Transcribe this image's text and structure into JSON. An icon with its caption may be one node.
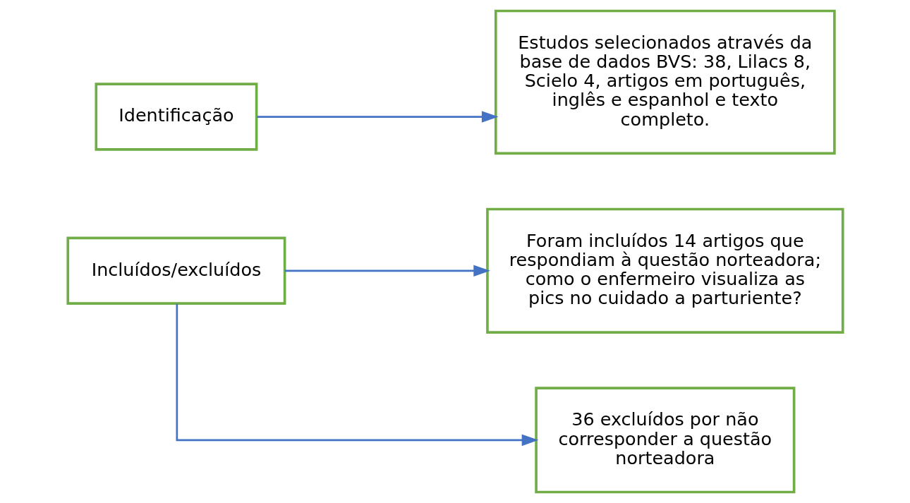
{
  "diagram": {
    "nodes": [
      {
        "text": [
          "Identificação"
        ]
      },
      {
        "text": [
          "Estudos selecionados através da base de dados BVS: 38, Lilacs 8, Scielo 4, artigos em português, inglês e espanhol e texto completo."
        ]
      },
      {
        "text": [
          "Incluídos/excluídos"
        ]
      },
      {
        "text": [
          "Foram incluídos 14 artigos que respondiam à questão norteadora; como o enfermeiro visualiza as pics no cuidado a parturiente?"
        ]
      },
      {
        "text": [
          "36 excluídos por não corresponder a questão norteadora"
        ]
      }
    ],
    "edges": [
      {
        "from": 0,
        "to": 1,
        "arrow": "to"
      },
      {
        "from": 2,
        "to": 3,
        "arrow": "to"
      },
      {
        "from": 2,
        "to": 4,
        "arrow": "to"
      }
    ]
  }
}
